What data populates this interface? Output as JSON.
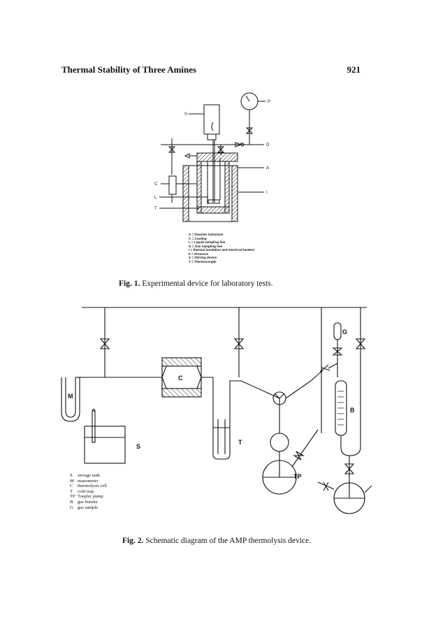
{
  "header": {
    "running_title": "Thermal Stability of Three Amines",
    "page_number": "921"
  },
  "figure1": {
    "caption_label": "Fig. 1.",
    "caption_text": "Experimental device for laboratory tests.",
    "labels": {
      "S": "S",
      "P": "P",
      "G": "G",
      "A": "A",
      "C": "C",
      "L": "L",
      "I": "I",
      "T": "T"
    },
    "legend": [
      "A = titanium Autoclave",
      "C = Cooling",
      "L = Liquid sampling line",
      "G = Gas sampling line",
      "I = thermal insulation and electrical heaters",
      "P = Pressure",
      "S = Stirring device",
      "T = Thermocouple"
    ]
  },
  "figure2": {
    "caption_label": "Fig. 2.",
    "caption_text": "Schematic diagram of the AMP thermolysis device.",
    "labels": {
      "M": "M",
      "C": "C",
      "S": "S",
      "T": "T",
      "TP": "TP",
      "B": "B",
      "G": "G"
    },
    "legend": [
      {
        "code": "S",
        "text": "storage tank"
      },
      {
        "code": "M",
        "text": "manometer"
      },
      {
        "code": "C",
        "text": "thermolysis cell"
      },
      {
        "code": "T",
        "text": "cold trap"
      },
      {
        "code": "TP",
        "text": "Toepler pump"
      },
      {
        "code": "B",
        "text": "gas burette"
      },
      {
        "code": "G",
        "text": "gas sample"
      }
    ]
  }
}
